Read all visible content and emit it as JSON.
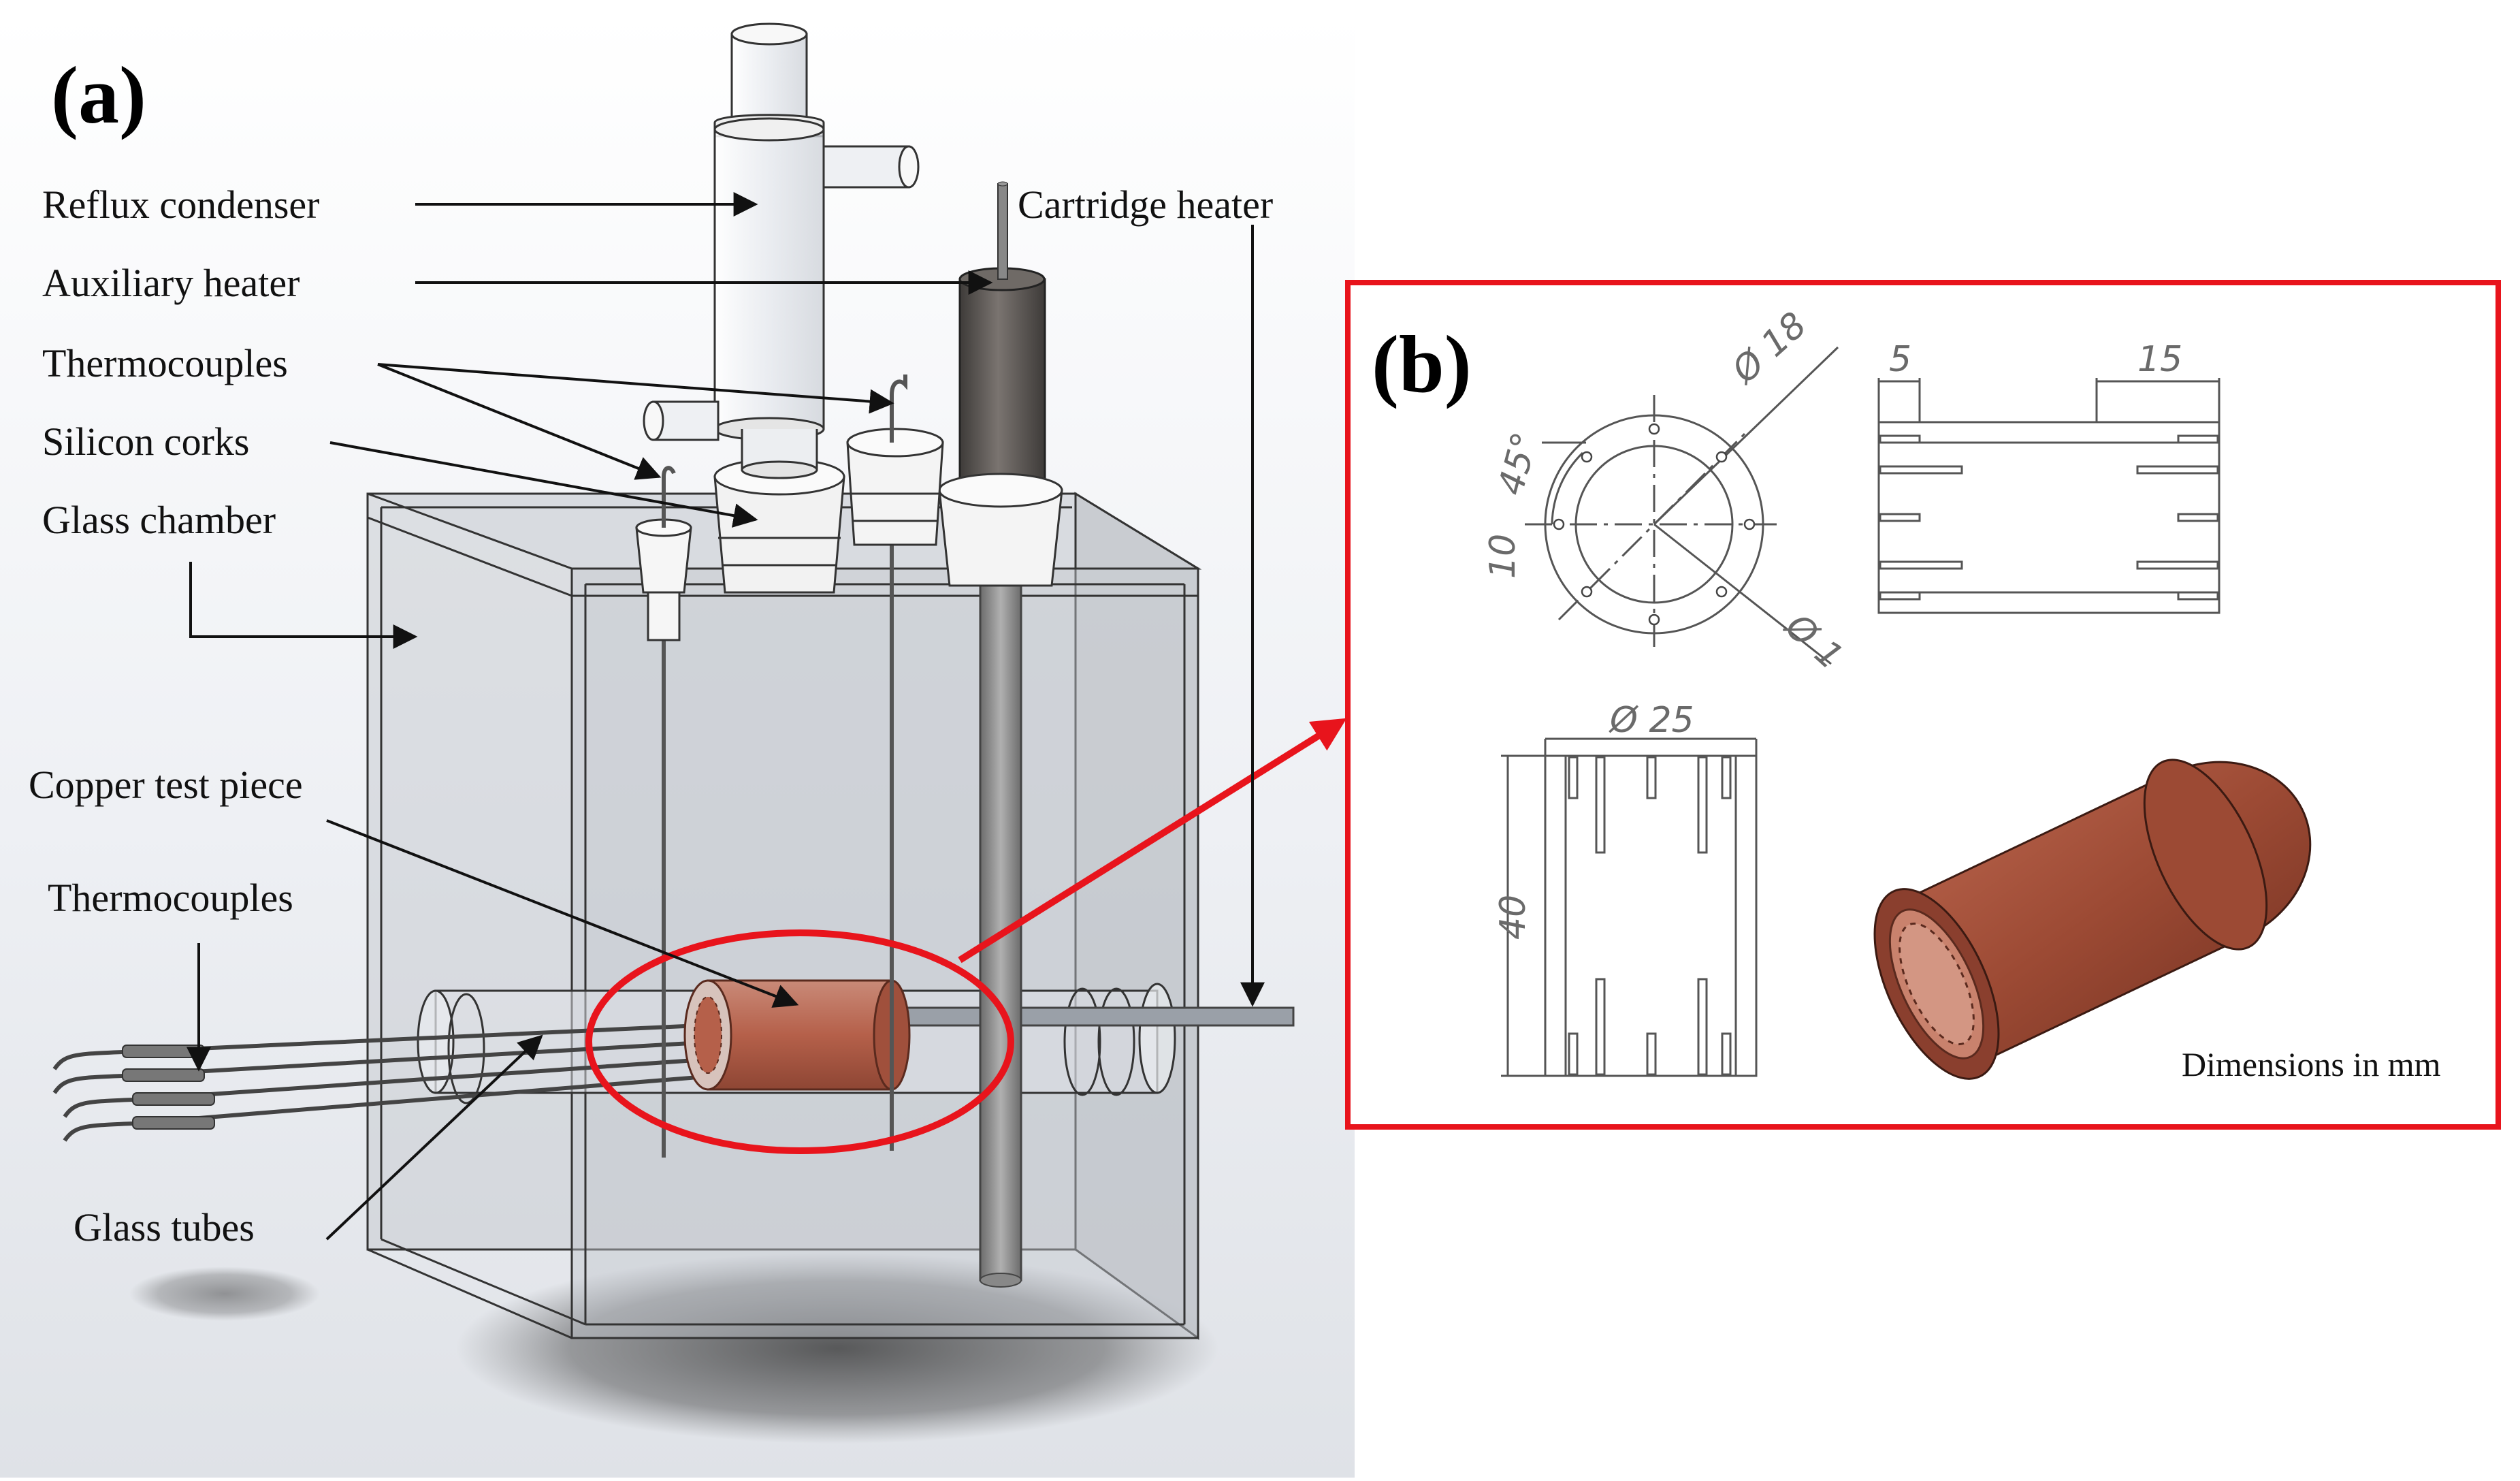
{
  "panel_a": {
    "label": "(a)",
    "callouts": {
      "reflux_condenser": "Reflux condenser",
      "auxiliary_heater": "Auxiliary heater",
      "thermocouples_top": "Thermocouples",
      "silicon_corks": "Silicon corks",
      "glass_chamber": "Glass chamber",
      "cartridge_heater": "Cartridge heater",
      "copper_test_piece": "Copper test piece",
      "thermocouples_bottom": "Thermocouples",
      "glass_tubes": "Glass tubes"
    }
  },
  "panel_b": {
    "label": "(b)",
    "dimensions": {
      "outer_diameter_small": "Ø 18",
      "hole_diameter": "Ø 1",
      "angle": "45°",
      "radial": "10",
      "slot_short": "5",
      "slot_long": "15",
      "outer_diameter": "Ø 25",
      "length": "40"
    },
    "note": "Dimensions in mm"
  },
  "colors": {
    "highlight": "#e8141c",
    "copper": "#b5604a",
    "copper_dark": "#8a3f2e",
    "heater": "#5f5a56",
    "glass_edge": "#333333"
  }
}
